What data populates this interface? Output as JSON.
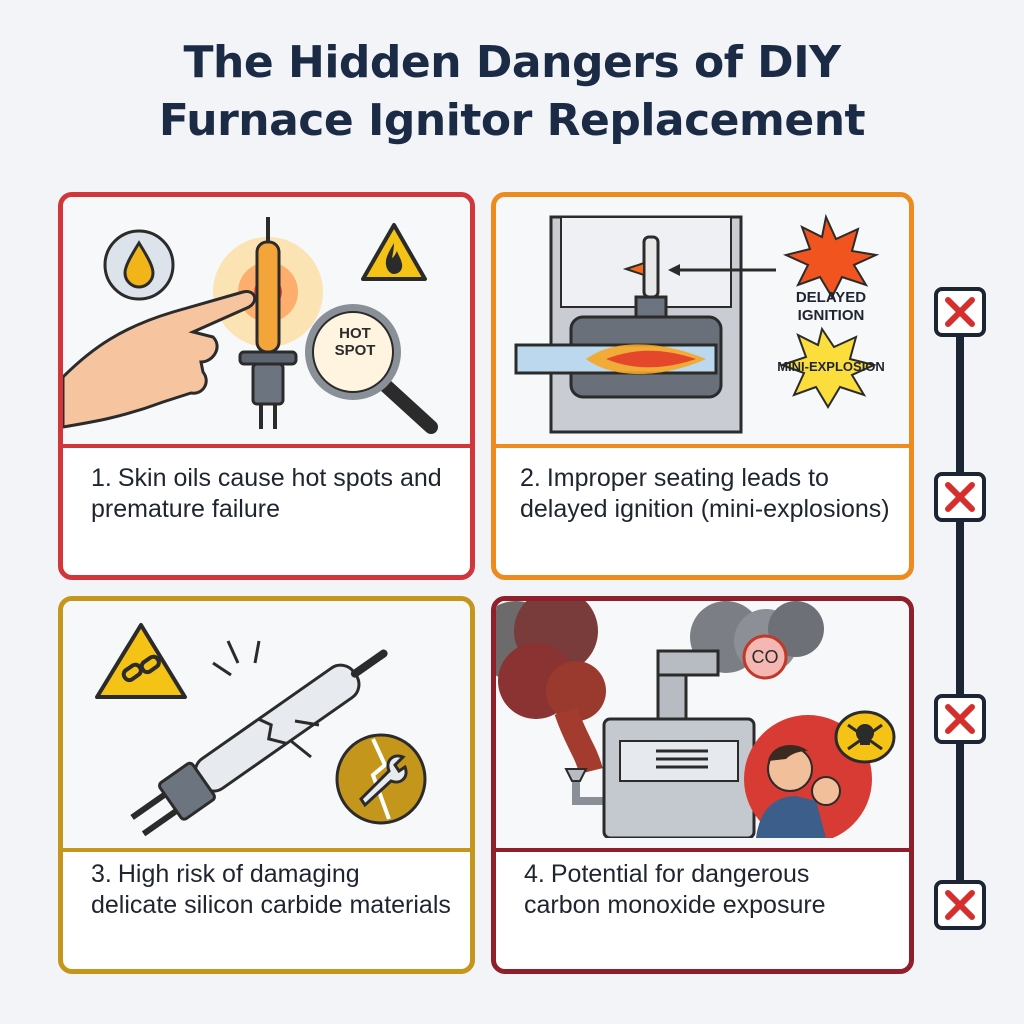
{
  "title_line1": "The Hidden Dangers of DIY",
  "title_line2": "Furnace Ignitor Replacement",
  "cards": [
    {
      "number": "1.",
      "text": "Skin oils cause hot spots and premature failure",
      "color": "#d2353a",
      "art_labels": {
        "magnifier": "HOT SPOT"
      }
    },
    {
      "number": "2.",
      "text": "Improper seating leads to delayed ignition (mini-explosions)",
      "color": "#ee8b1e",
      "art_labels": {
        "burst1": "DELAYED IGNITION",
        "burst2": "MINI-EXPLOSION"
      }
    },
    {
      "number": "3.",
      "text": "High risk of damaging delicate silicon carbide materials",
      "color": "#c4961c"
    },
    {
      "number": "4.",
      "text": "Potential for dangerous carbon monoxide exposure",
      "color": "#8f1f2a",
      "art_labels": {
        "gas": "CO"
      }
    }
  ],
  "icons": [
    "oil-drop-icon",
    "fire-warning-icon",
    "magnifier-icon",
    "broken-link-warning-icon",
    "broken-wrench-icon",
    "skull-icon",
    "x-mark-icon"
  ],
  "timeline_marks": 4
}
